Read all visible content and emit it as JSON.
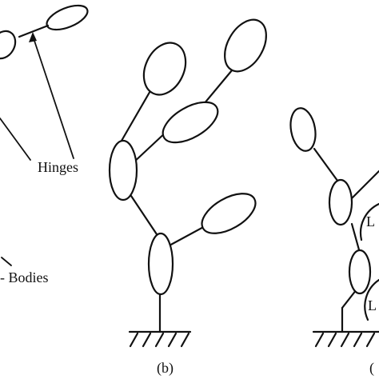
{
  "labels": {
    "hinges": "Hinges",
    "bodies": "- Bodies",
    "panel_b": "(b)",
    "panel_c_partial": "(",
    "link_label_1": "L",
    "link_label_2": "L"
  },
  "colors": {
    "stroke": "#111111",
    "background": "#ffffff"
  }
}
